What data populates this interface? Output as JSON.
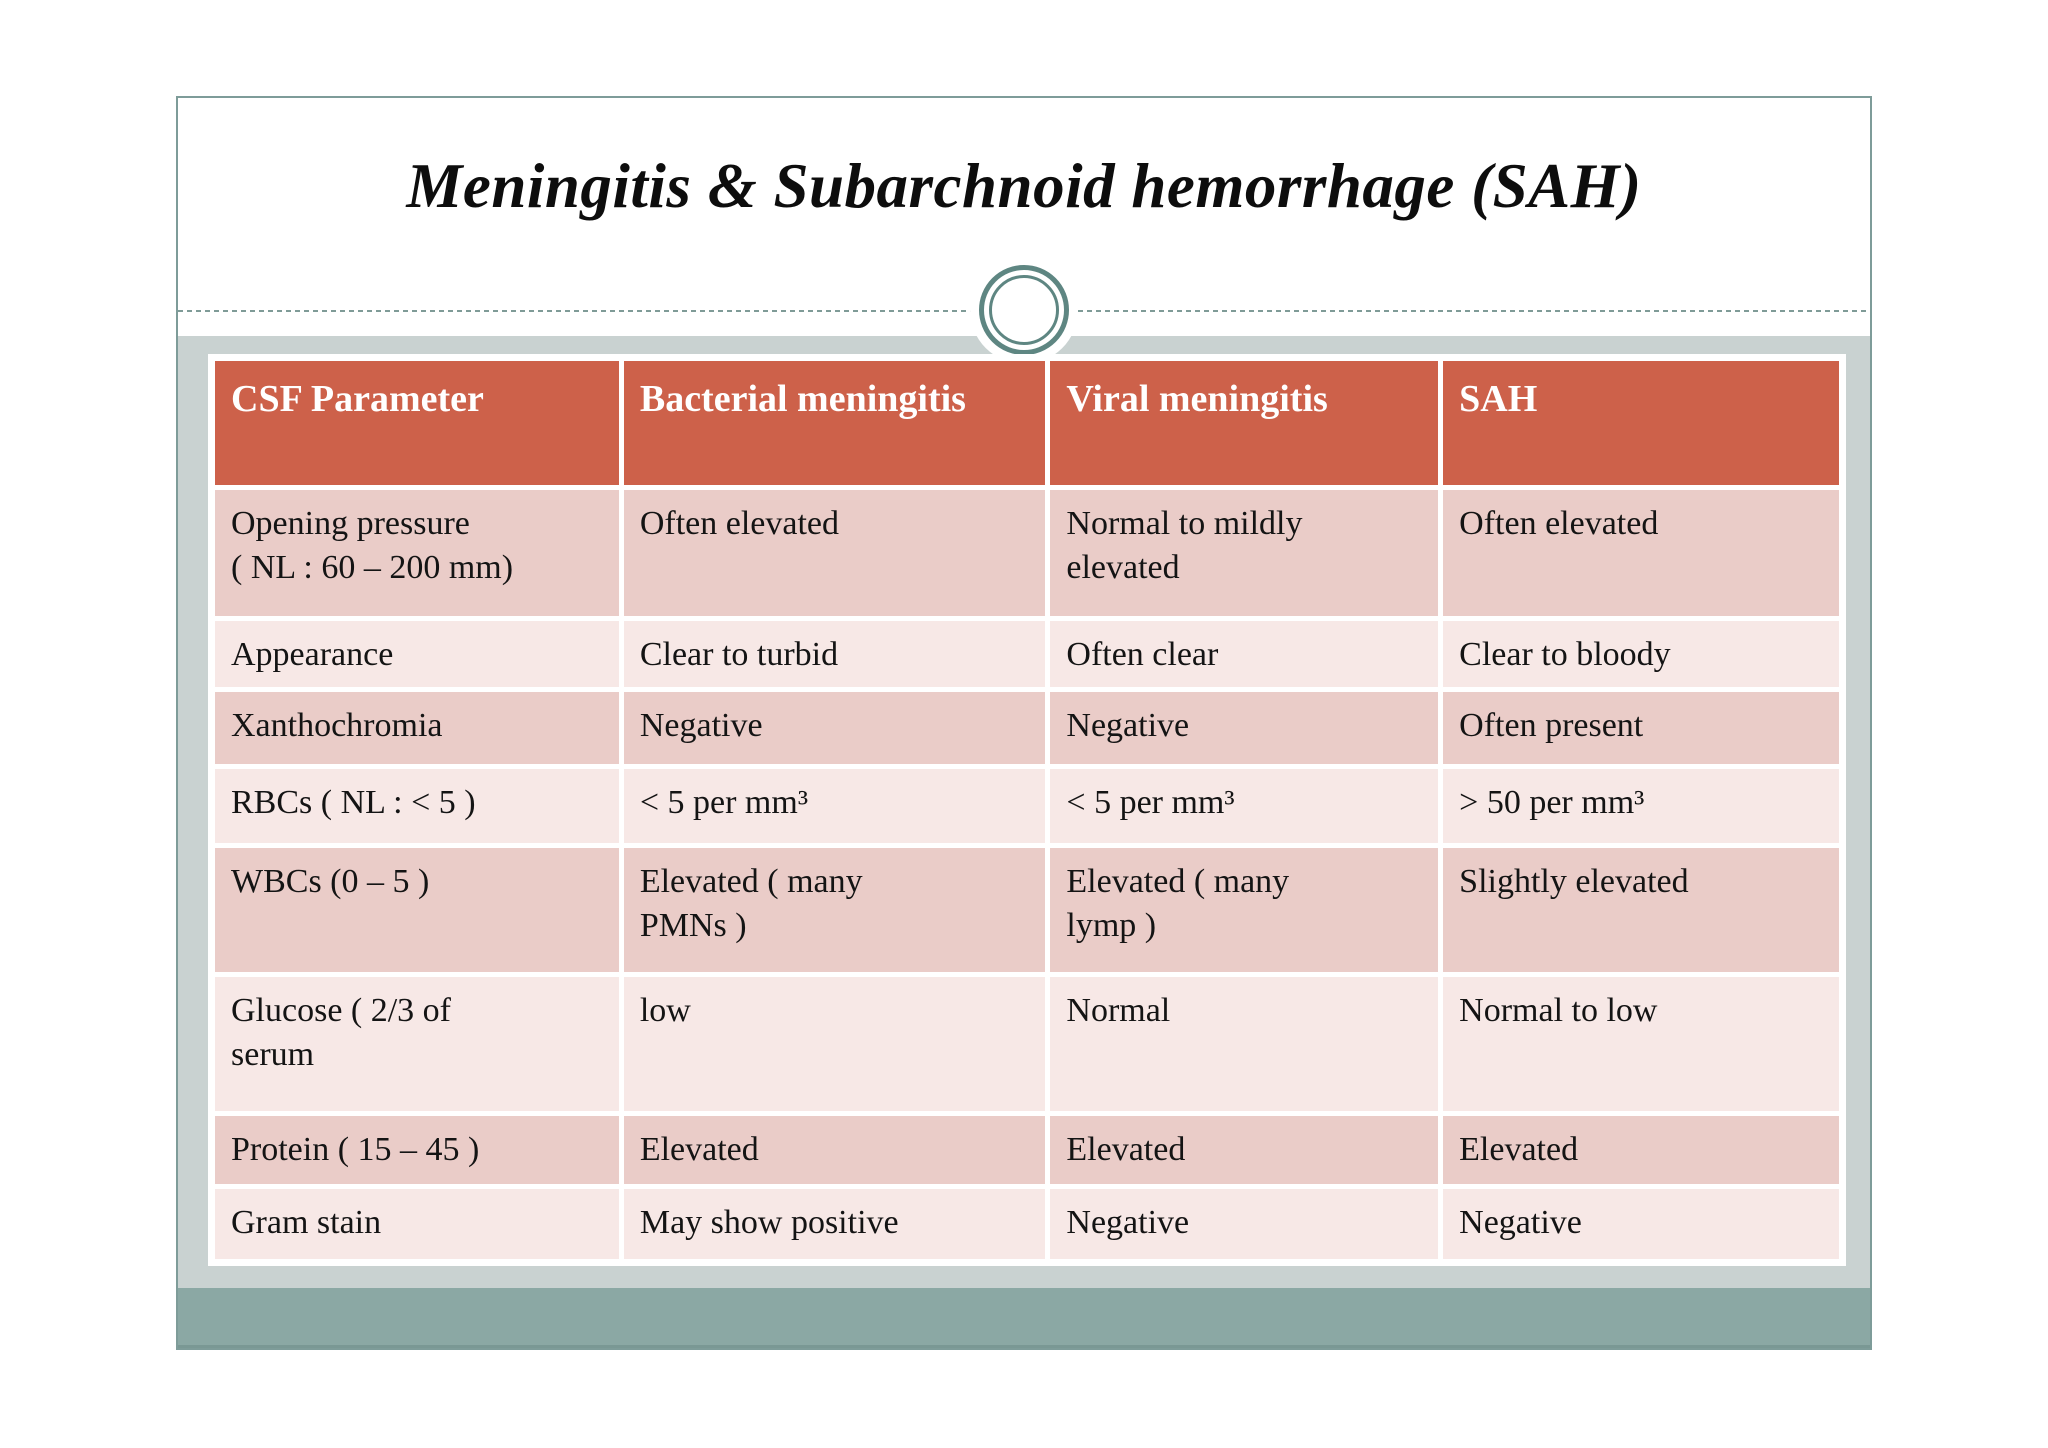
{
  "slide": {
    "title": "Meningitis & Subarchnoid hemorrhage (SAH)"
  },
  "table": {
    "headers": [
      "CSF Parameter",
      "Bacterial meningitis",
      "Viral meningitis",
      "SAH"
    ],
    "rows": [
      {
        "cells": [
          "Opening pressure\n( NL : 60 – 200 mm)",
          "Often elevated",
          "Normal to mildly\nelevated",
          "Often elevated"
        ]
      },
      {
        "cells": [
          "Appearance",
          "Clear to turbid",
          "Often clear",
          "Clear to bloody"
        ]
      },
      {
        "cells": [
          "Xanthochromia",
          "Negative",
          "Negative",
          "Often present"
        ]
      },
      {
        "cells": [
          "RBCs ( NL : < 5 )",
          "< 5 per mm³",
          "< 5 per mm³",
          "> 50 per mm³"
        ]
      },
      {
        "cells": [
          "WBCs (0 – 5 )",
          "Elevated ( many\nPMNs )",
          "Elevated ( many\nlymp )",
          "Slightly elevated"
        ]
      },
      {
        "cells": [
          "Glucose ( 2/3 of\nserum",
          "low",
          "Normal",
          "Normal to low"
        ]
      },
      {
        "cells": [
          "Protein ( 15 – 45 )",
          "Elevated",
          "Elevated",
          "Elevated"
        ]
      },
      {
        "cells": [
          "Gram stain",
          "May show positive",
          "Negative",
          "Negative"
        ]
      }
    ]
  },
  "colors": {
    "header_fill": "#CD614A",
    "band_dark": "#EACCC8",
    "band_light": "#F7E8E6",
    "table_mat": "#C9D2D1",
    "footer_bar": "#8BA8A4",
    "slide_border": "#7E9C99",
    "ornament_ring": "#5E8682"
  }
}
